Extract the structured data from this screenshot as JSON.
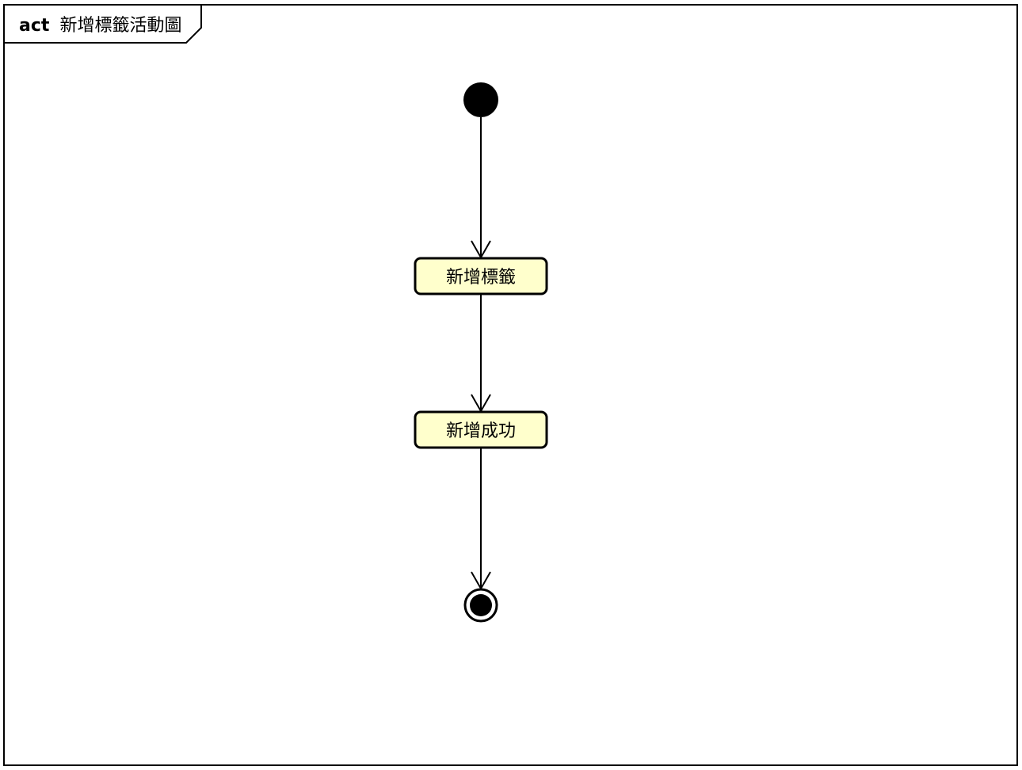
{
  "frame": {
    "keyword": "act",
    "name": "新增標籤活動圖"
  },
  "nodes": [
    {
      "id": "initial",
      "type": "initial"
    },
    {
      "id": "add-tag",
      "type": "action",
      "label": "新增標籤"
    },
    {
      "id": "add-success",
      "type": "action",
      "label": "新增成功"
    },
    {
      "id": "final",
      "type": "final"
    }
  ],
  "edges": [
    {
      "from": "initial",
      "to": "add-tag"
    },
    {
      "from": "add-tag",
      "to": "add-success"
    },
    {
      "from": "add-success",
      "to": "final"
    }
  ],
  "colors": {
    "action_fill": "#FFFFCC",
    "stroke": "#000000",
    "background": "#FFFFFF"
  }
}
